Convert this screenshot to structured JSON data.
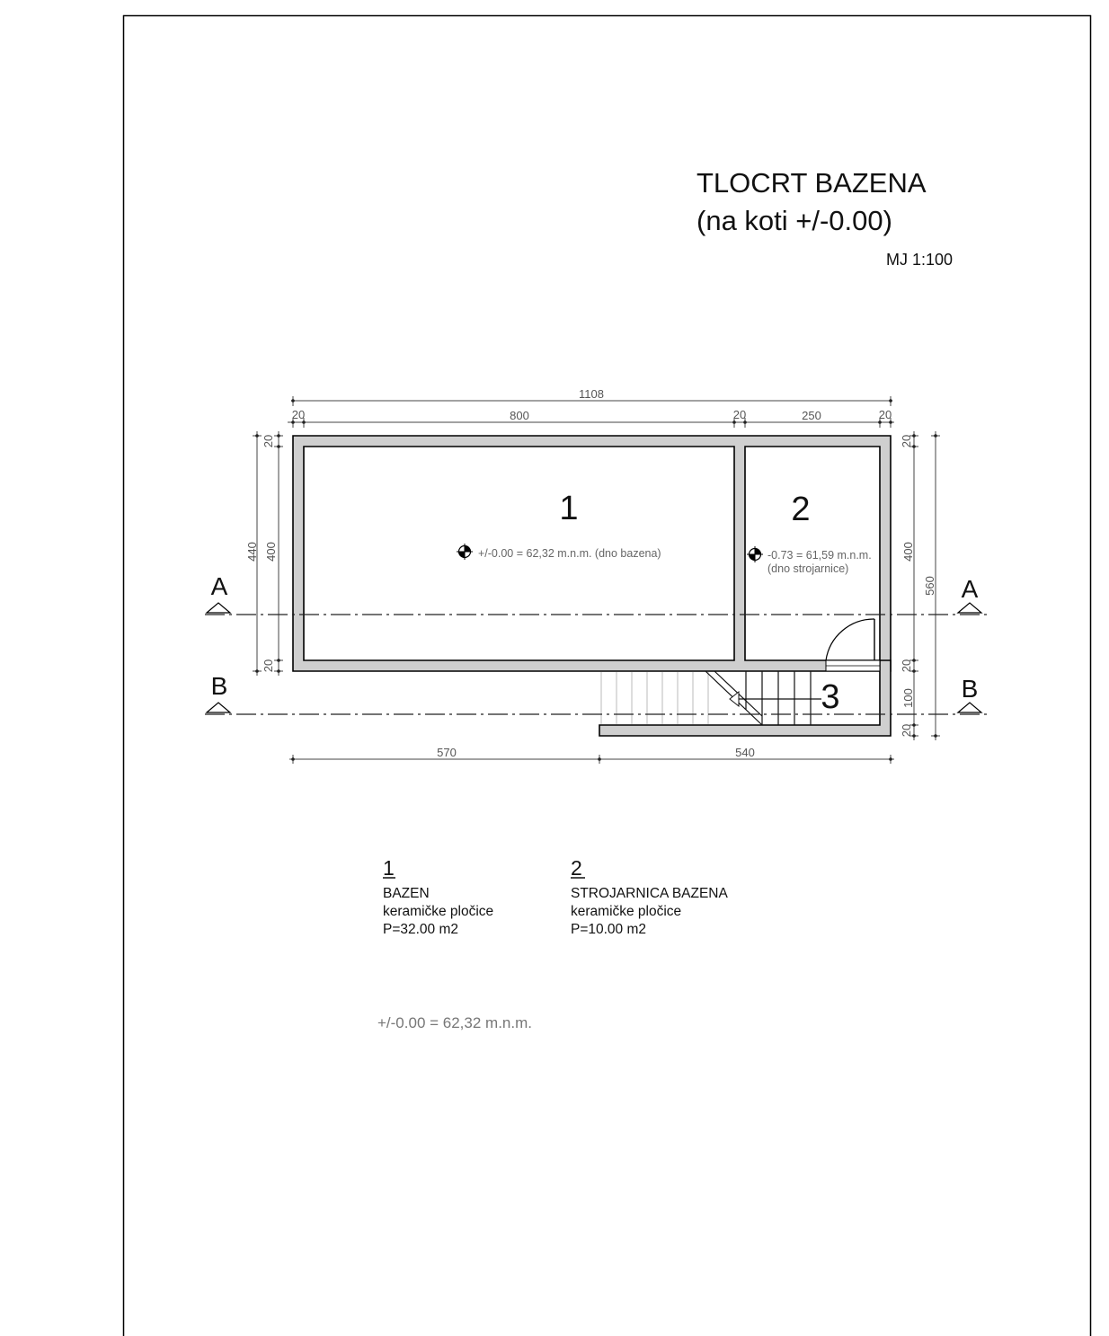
{
  "title": {
    "line1": "TLOCRT  BAZENA",
    "line2": "(na koti  +/-0.00)",
    "scale": "MJ  1:100"
  },
  "dimensions": {
    "top_total": "1108",
    "top_parts": [
      "20",
      "800",
      "20",
      "250",
      "20"
    ],
    "left_outer": "440",
    "left_inner": "400",
    "left_top": "20",
    "left_bottom": "20",
    "right_parts": [
      "20",
      "400",
      "20",
      "100",
      "20"
    ],
    "right_total": "560",
    "bottom_parts": [
      "570",
      "540"
    ]
  },
  "rooms": {
    "r1": "1",
    "r2": "2",
    "r3": "3"
  },
  "elevations": {
    "pool": "+/-0.00 = 62,32 m.n.m. (dno bazena)",
    "machine_line1": "-0.73 = 61,59 m.n.m.",
    "machine_line2": "(dno strojarnice)"
  },
  "sections": {
    "a": "A",
    "b": "B"
  },
  "legend": [
    {
      "num": "1",
      "name": "BAZEN",
      "finish": "keramičke pločice",
      "area": "P=32.00 m2"
    },
    {
      "num": "2",
      "name": "STROJARNICA BAZENA",
      "finish": "keramičke pločice",
      "area": "P=10.00 m2"
    }
  ],
  "note": "+/-0.00 = 62,32 m.n.m."
}
